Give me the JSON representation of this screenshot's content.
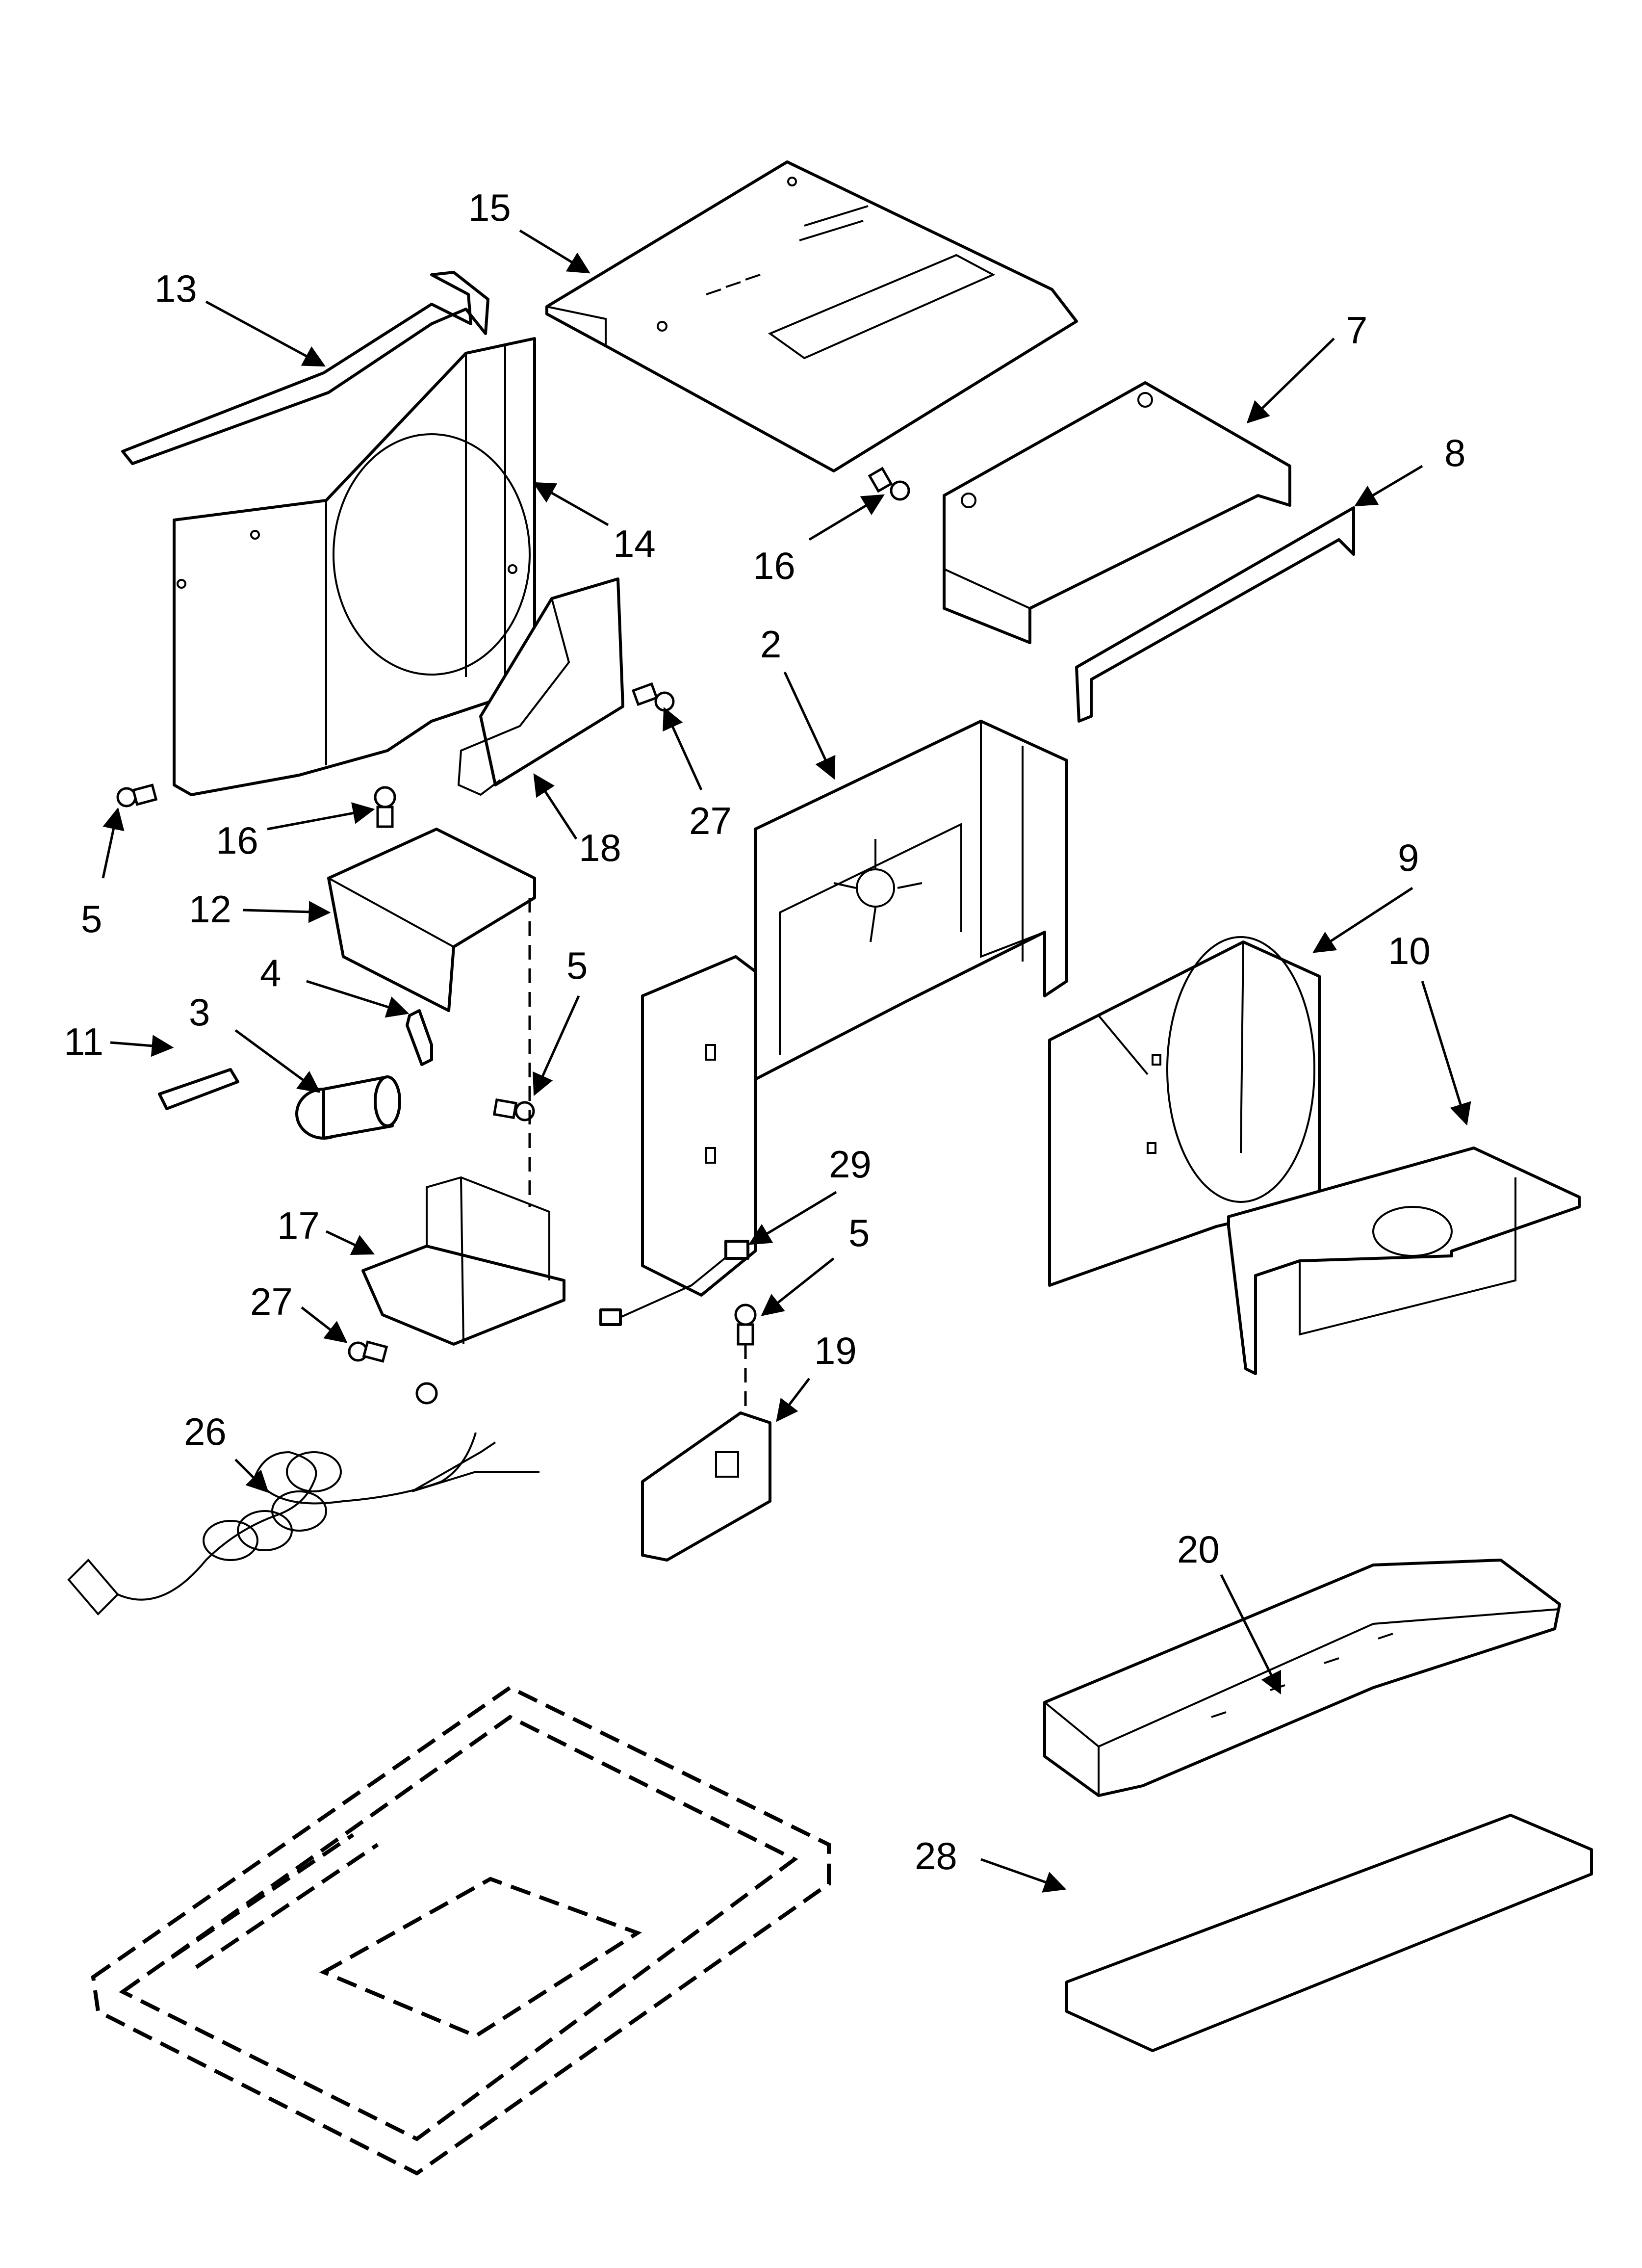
{
  "callouts": {
    "n15": "15",
    "n13": "13",
    "n7": "7",
    "n8": "8",
    "n14": "14",
    "n16a": "16",
    "n2": "2",
    "n27a": "27",
    "n18": "18",
    "n5a": "5",
    "n16b": "16",
    "n12": "12",
    "n9": "9",
    "n10": "10",
    "n4": "4",
    "n5b": "5",
    "n3": "3",
    "n11": "11",
    "n29": "29",
    "n5c": "5",
    "n17": "17",
    "n27b": "27",
    "n19": "19",
    "n26": "26",
    "n20": "20",
    "n28": "28"
  },
  "colors": {
    "line": "#000000",
    "background": "#ffffff"
  }
}
